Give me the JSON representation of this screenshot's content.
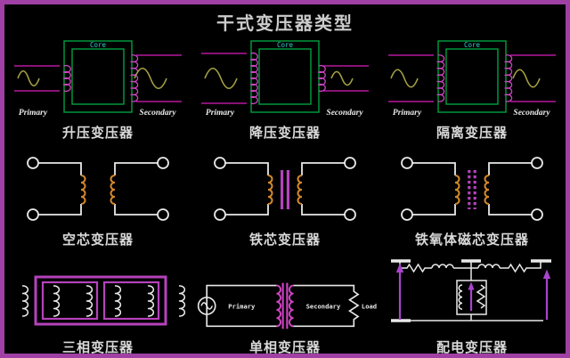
{
  "title": "干式变压器类型",
  "colors": {
    "border_purple": "#a040a4",
    "background": "#000000",
    "green_core": "#00a040",
    "core_cyan": "#30cfcf",
    "coil_pink": "#cf45c4",
    "line_magenta": "#b5189e",
    "sine_olive": "#a6a143",
    "wire_white": "#e9e9e9",
    "coil_orange": "#d3882b",
    "bar_magenta": "#b542bb",
    "arrow_magenta": "#a844cc",
    "label_gray": "#d9d9d9",
    "title_gray": "#cccccc"
  },
  "diagrams": {
    "step_up": {
      "caption": "升压变压器",
      "core_label": "Core",
      "primary_label": "Primary",
      "secondary_label": "Secondary"
    },
    "step_down": {
      "caption": "降压变压器",
      "core_label": "Core",
      "primary_label": "Primary",
      "secondary_label": "Secondary"
    },
    "isolation": {
      "caption": "隔离变压器",
      "core_label": "Core",
      "primary_label": "Primary",
      "secondary_label": "Secondary"
    },
    "air_core": {
      "caption": "空芯变压器"
    },
    "iron_core": {
      "caption": "铁芯变压器"
    },
    "ferrite_core": {
      "caption": "铁氧体磁芯变压器"
    },
    "three_phase": {
      "caption": "三相变压器"
    },
    "single_phase": {
      "caption": "单相变压器",
      "primary_label": "Primary",
      "secondary_label": "Secondary",
      "load_label": "Load"
    },
    "distribution": {
      "caption": "配电变压器"
    }
  }
}
